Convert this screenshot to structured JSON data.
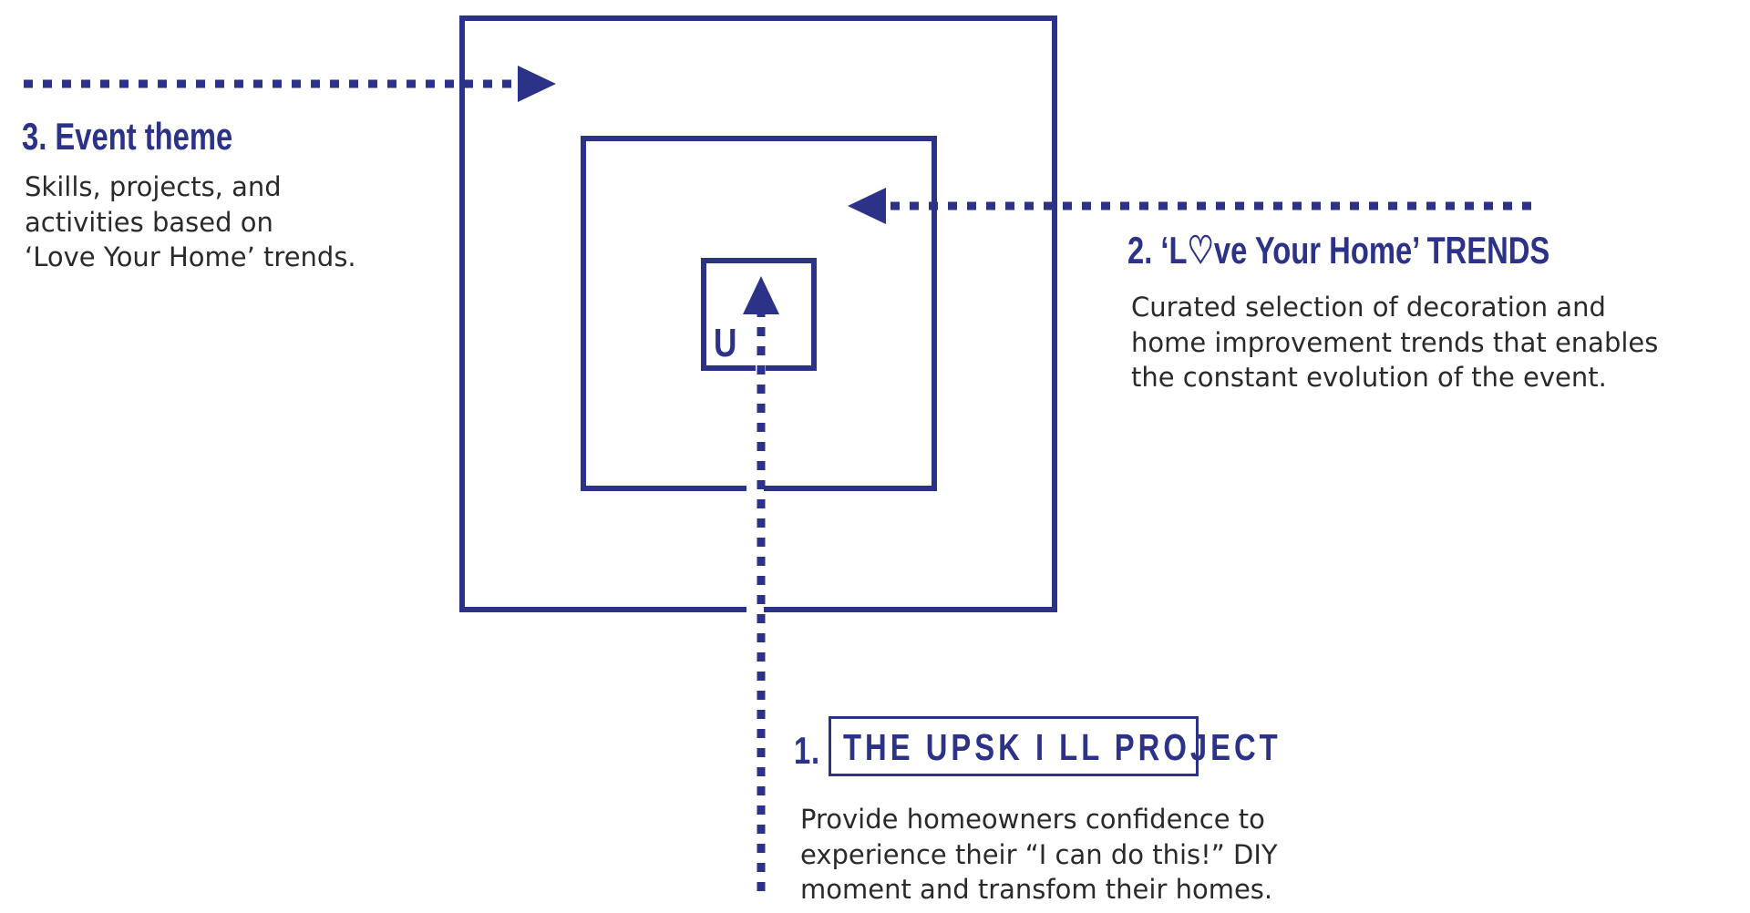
{
  "colors": {
    "primary": "#2b3288",
    "text": "#2a2a2a",
    "background": "#ffffff"
  },
  "center_letter": "U",
  "items": [
    {
      "number": "1.",
      "logo_text": "THE UPSK I LL PROJECT",
      "lines": [
        "Provide homeowners confidence to",
        "experience their “I can do this!” DIY",
        "moment and transfom their homes."
      ]
    },
    {
      "heading_prefix": "2. ‘L",
      "heading_heart": "♡",
      "heading_suffix": "ve Your Home’ TRENDS",
      "lines": [
        "Curated selection of decoration and",
        "home improvement trends that enables",
        "the constant evolution of the event."
      ]
    },
    {
      "heading": "3. Event theme",
      "lines": [
        "Skills, projects, and",
        "activities based on",
        "‘Love Your Home’ trends."
      ]
    }
  ]
}
